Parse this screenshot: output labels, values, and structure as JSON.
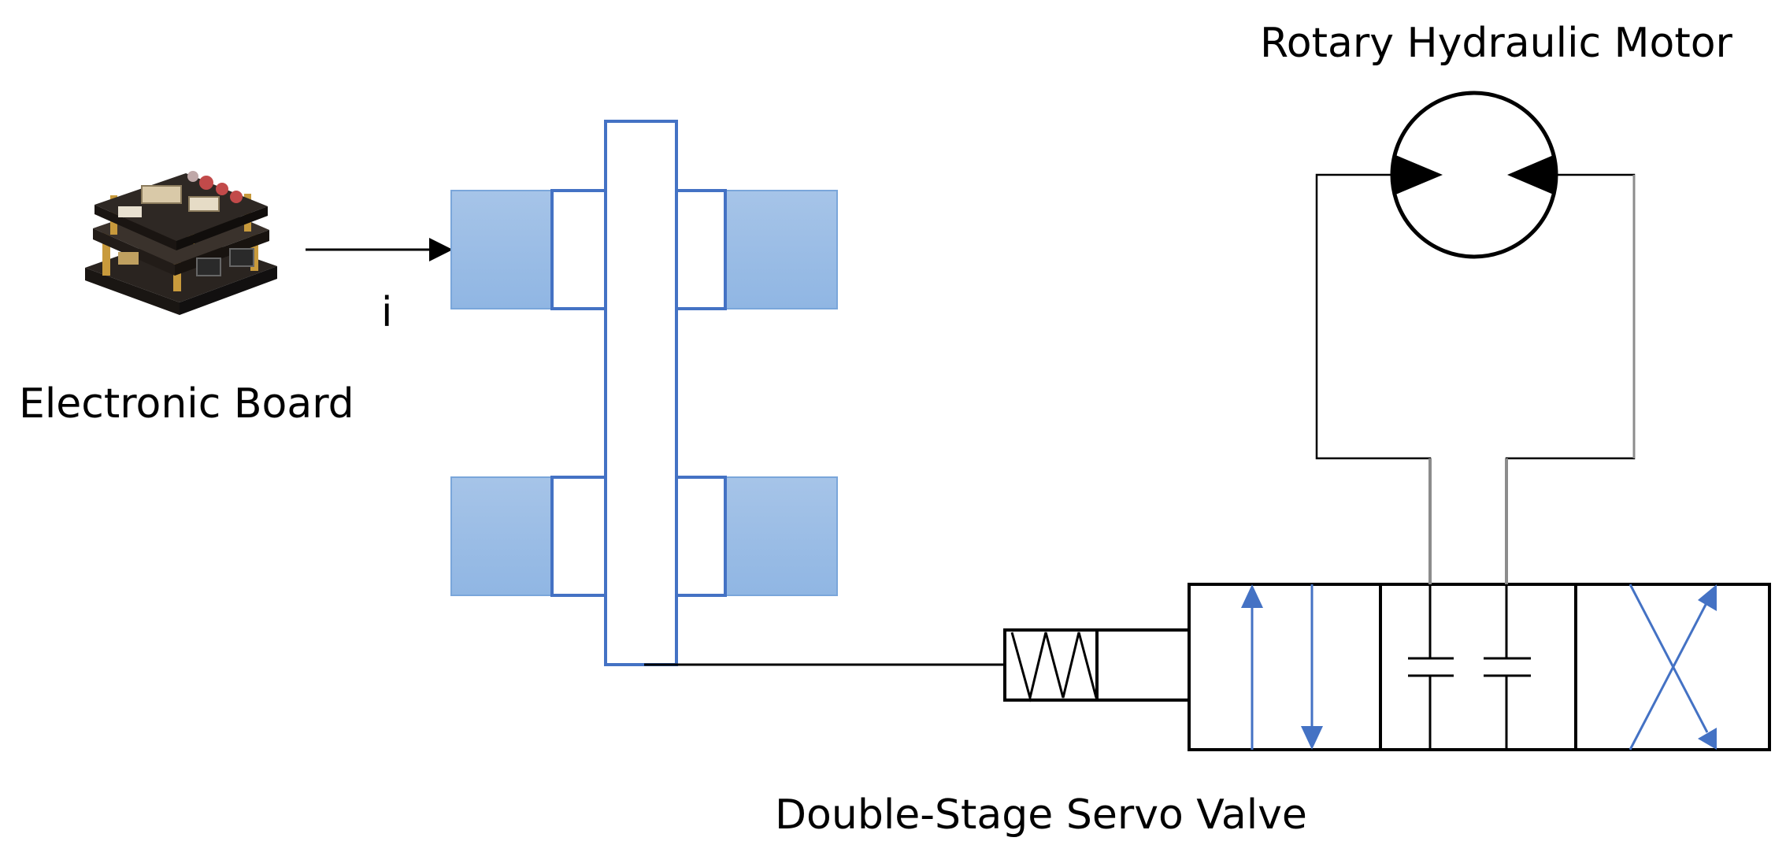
{
  "labels": {
    "electronic_board": "Electronic Board",
    "current_symbol": "i",
    "motor": "Rotary Hydraulic Motor",
    "servo_valve": "Double-Stage Servo Valve"
  },
  "icons": {
    "board": "circuit-board-icon"
  },
  "colors": {
    "accent_blue": "#4472c4",
    "block_fill": "#a9c8ea",
    "block_stroke": "#5b9bd5",
    "line": "#000000",
    "pipe_grey": "#8c8c8c"
  }
}
